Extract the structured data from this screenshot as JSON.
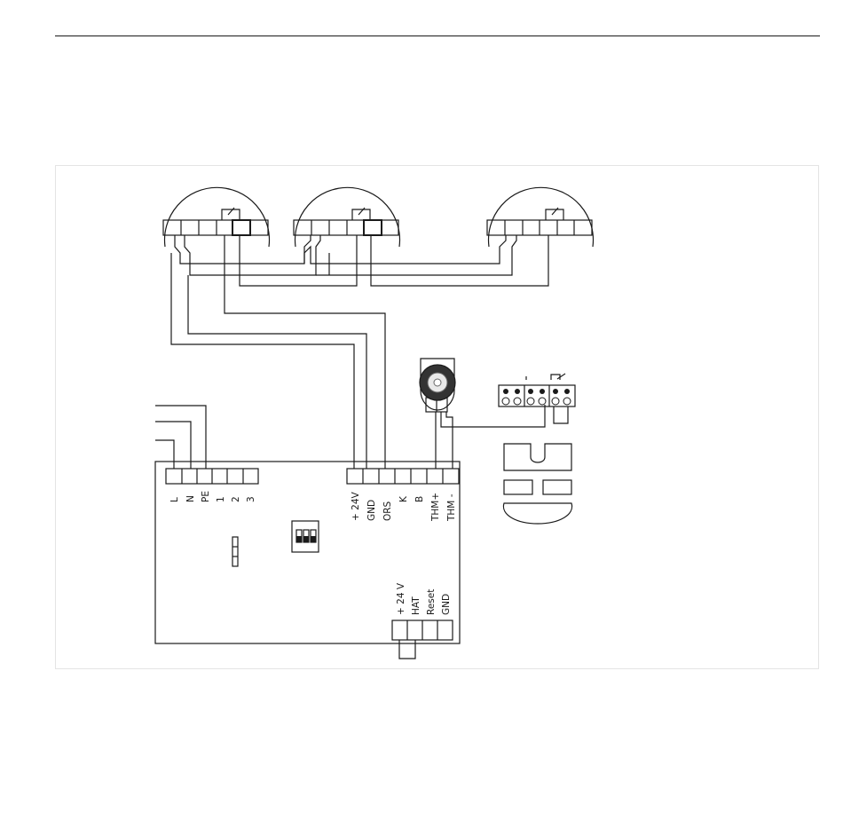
{
  "colors": {
    "line": "#1a1a1a",
    "frame": "#e4e4e4",
    "background": "#ffffff"
  },
  "terminals": {
    "mains": [
      "L",
      "N",
      "PE",
      "1",
      "2",
      "3"
    ],
    "signal": [
      "+ 24V",
      "GND",
      "ORS",
      "K",
      "B",
      "THM+",
      "THM -"
    ],
    "aux": [
      "+ 24 V",
      "HAT",
      "Reset",
      "GND"
    ]
  }
}
